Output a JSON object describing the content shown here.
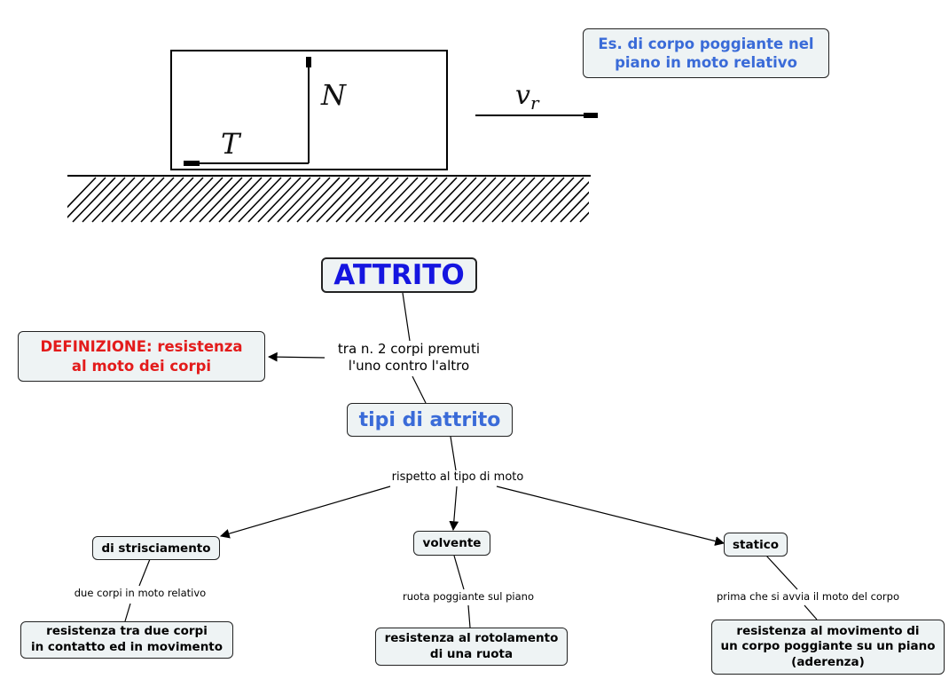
{
  "colors": {
    "node_bg": "#eef3f4",
    "root_blue": "#1515e0",
    "accent_blue": "#3a6bd8",
    "definition_red": "#e31b1b",
    "line": "#000000"
  },
  "illustration": {
    "label_normal": "N",
    "label_tangential": "T",
    "label_velocity": "v",
    "label_velocity_sub": "r"
  },
  "nodes": {
    "example": "Es. di corpo poggiante nel\npiano in moto relativo",
    "root": "ATTRITO",
    "definition": "DEFINIZIONE: resistenza\nal moto dei corpi",
    "types": "tipi di attrito",
    "sliding": "di strisciamento",
    "rolling": "volvente",
    "static": "statico",
    "sliding_desc": "resistenza tra due corpi\nin contatto ed in movimento",
    "rolling_desc": "resistenza al rotolamento\ndi una ruota",
    "static_desc": "resistenza al movimento di\nun corpo poggiante su un piano\n(aderenza)"
  },
  "links": {
    "root_link": "tra n. 2 corpi premuti\nl'uno contro l'altro",
    "types_link": "rispetto al tipo di moto",
    "sliding_link": "due corpi in moto relativo",
    "rolling_link": "ruota poggiante sul piano",
    "static_link": "prima che si avvia il moto del corpo"
  }
}
